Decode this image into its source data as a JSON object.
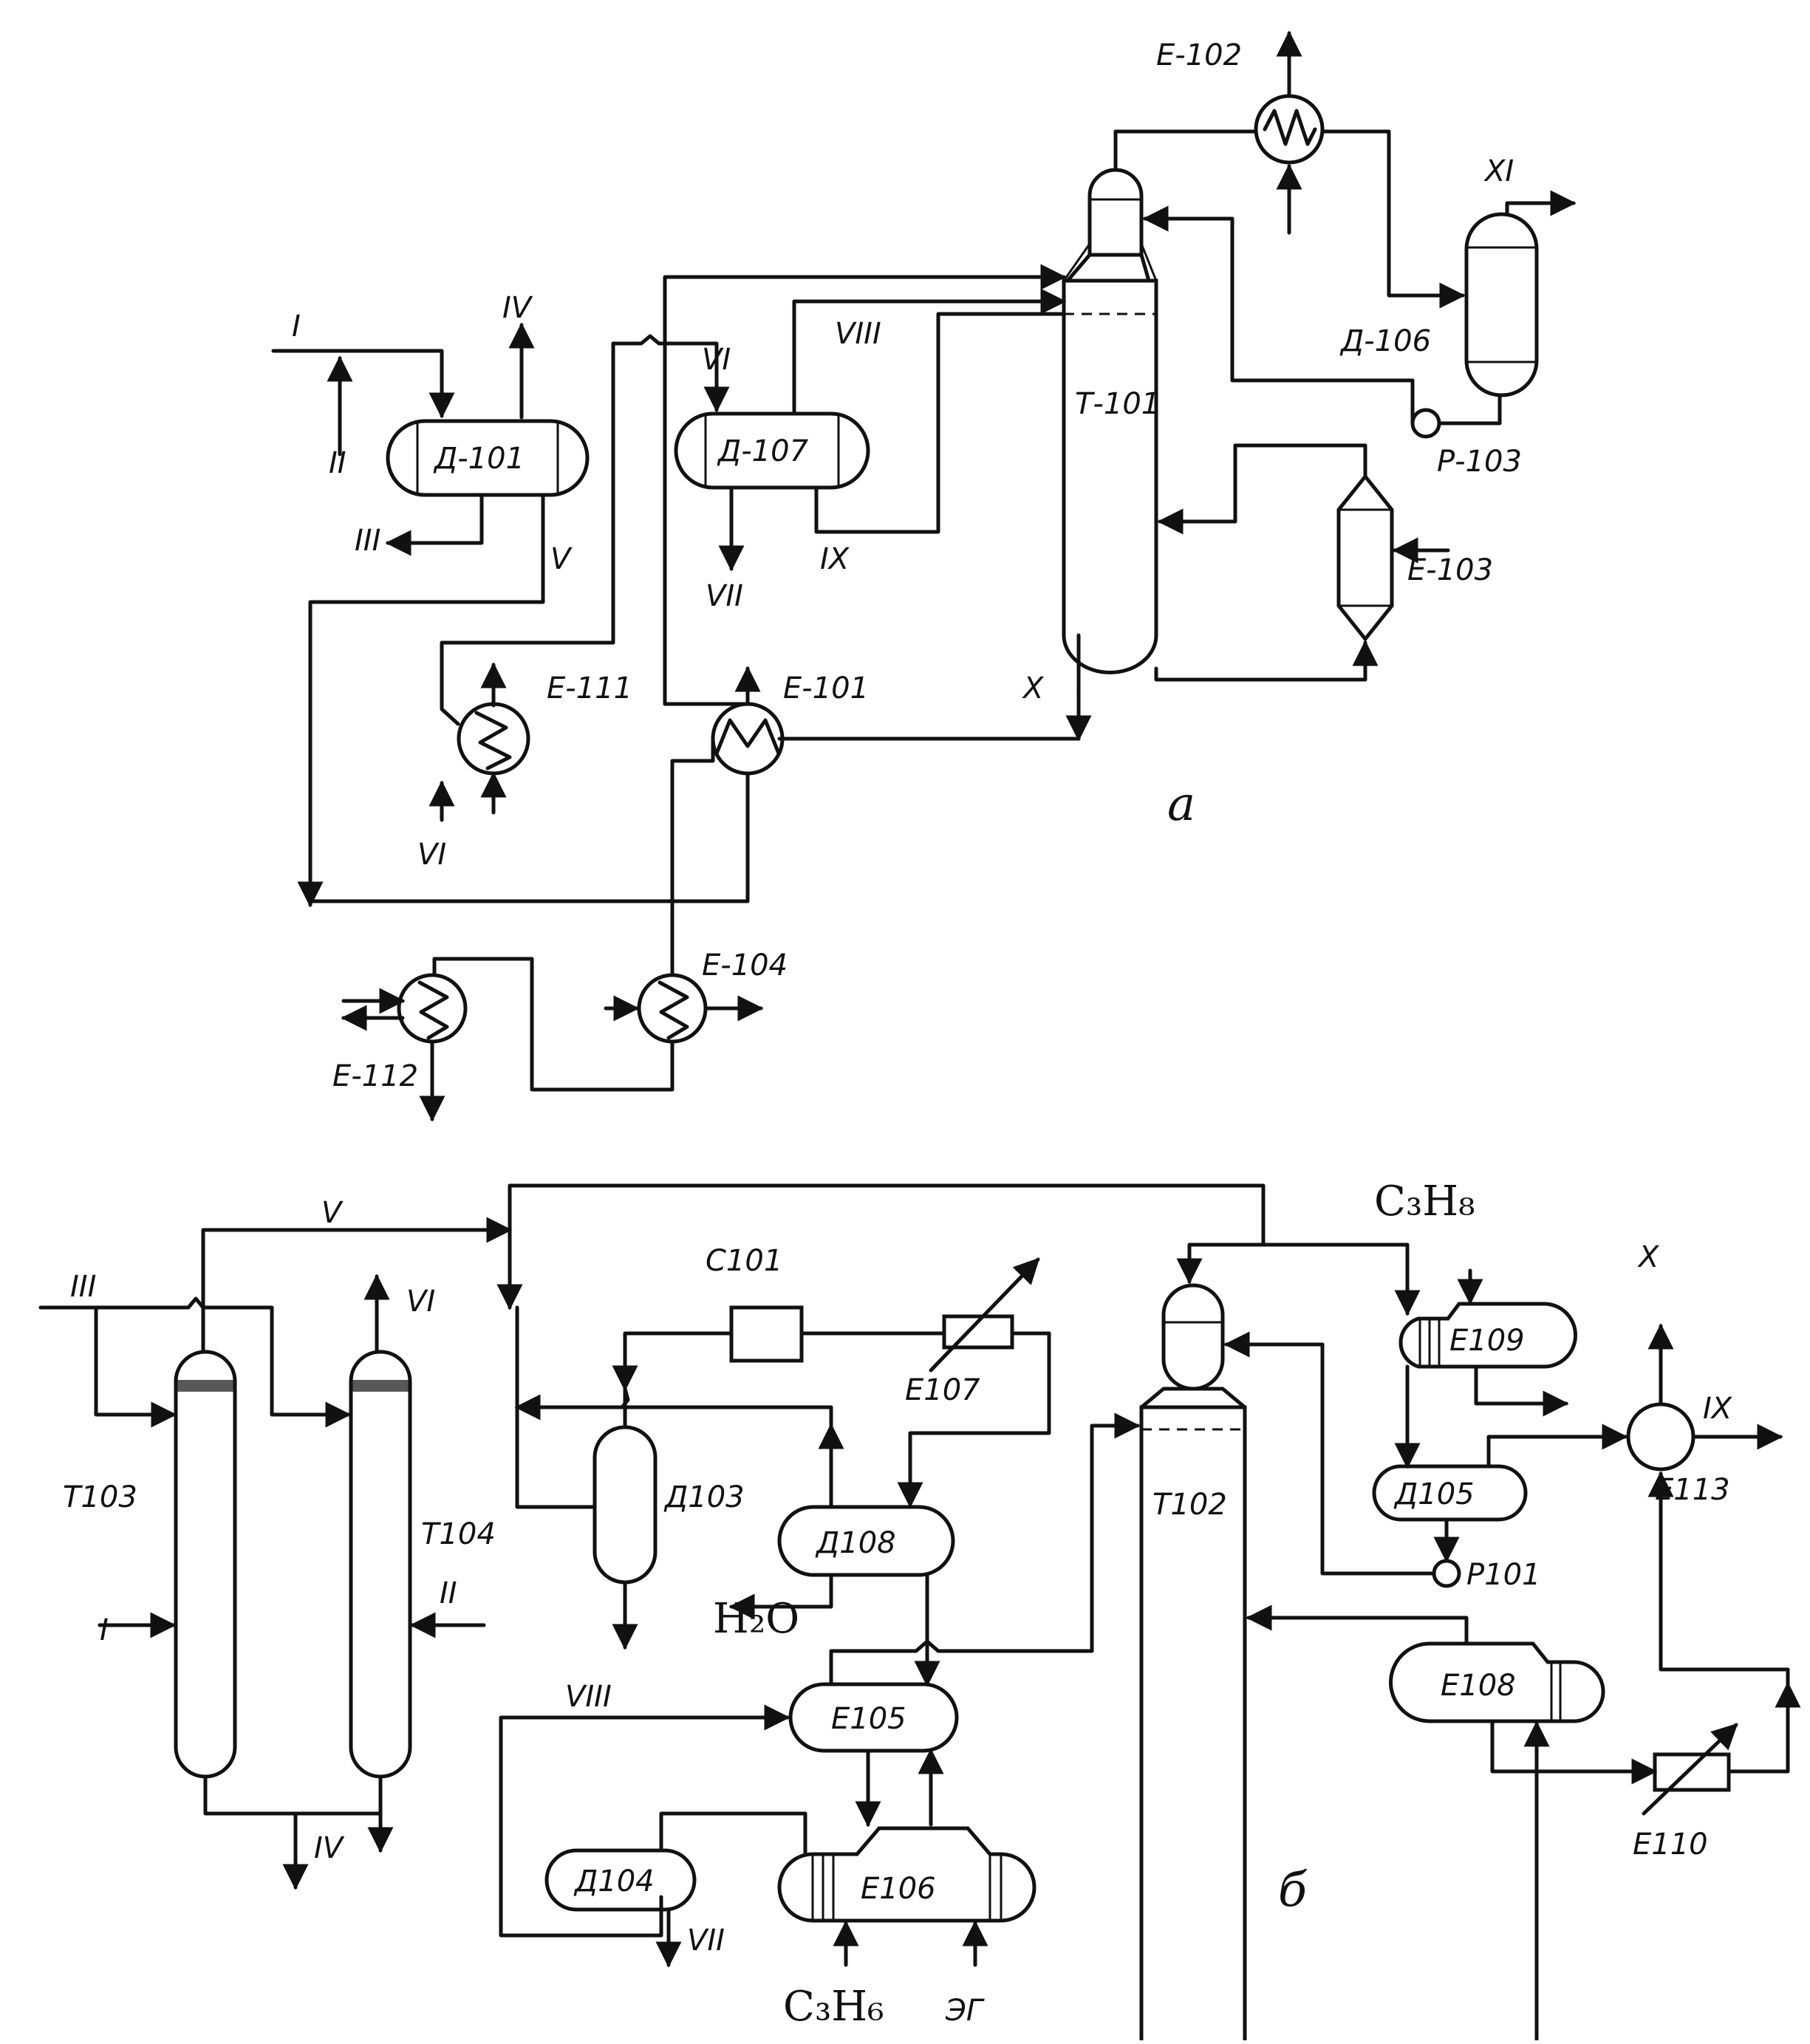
{
  "panel_a": {
    "caption": "а",
    "equipment": {
      "d101": "Д-101",
      "d107": "Д-107",
      "t101": "Т-101",
      "d106": "Д-106",
      "p103": "Р-103",
      "e102": "Е-102",
      "e103": "Е-103",
      "e111": "Е-111",
      "e101": "Е-101",
      "e104": "Е-104",
      "e112": "Е-112"
    },
    "streams": {
      "s1": "I",
      "s2": "II",
      "s3": "III",
      "s4": "IV",
      "s5": "V",
      "s6_top": "VI",
      "s6_bottom": "VI",
      "s7": "VII",
      "s8": "VIII",
      "s9": "IX",
      "s10": "X",
      "s11": "XI"
    }
  },
  "panel_b": {
    "caption": "б",
    "equipment": {
      "t103": "Т103",
      "t104": "Т104",
      "d103": "Д103",
      "c101": "С101",
      "e107": "Е107",
      "d108": "Д108",
      "e105": "Е105",
      "e106": "Е106",
      "d104": "Д104",
      "t102": "Т102",
      "e109": "Е109",
      "d105": "Д105",
      "p101": "Р101",
      "e108": "Е108",
      "e110": "Е110",
      "e113": "Е113"
    },
    "streams": {
      "s1": "I",
      "s2": "II",
      "s3": "III",
      "s4": "IV",
      "s5": "V",
      "s6": "VI",
      "s7": "VII",
      "s8": "VIII",
      "s9": "IX",
      "s10": "X",
      "water": "H₂O",
      "propylene": "C₃H₆",
      "propane": "C₃H₈",
      "eg": "ЭГ"
    }
  }
}
